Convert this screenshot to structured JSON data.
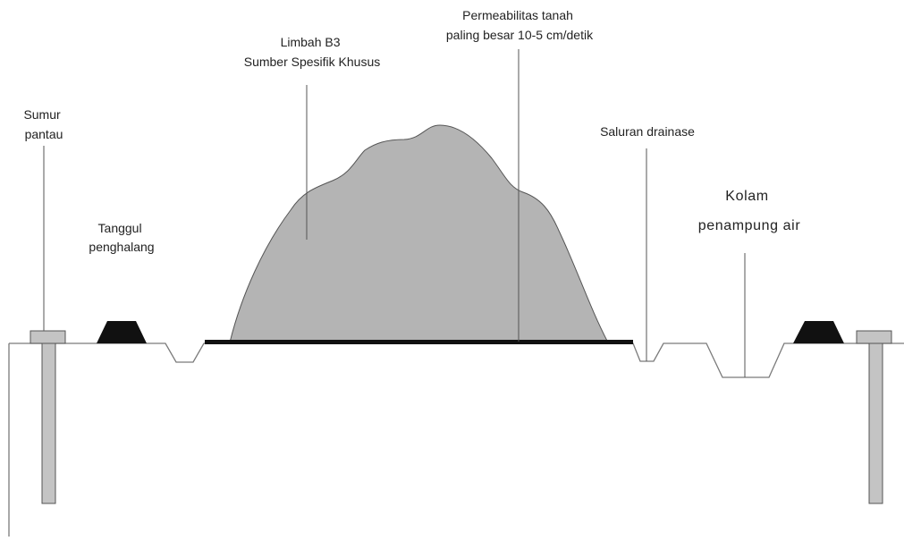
{
  "labels": {
    "sumur_pantau": [
      "Sumur",
      "pantau"
    ],
    "tanggul_penghalang": [
      "Tanggul",
      "penghalang"
    ],
    "limbah_b3": [
      "Limbah B3",
      "Sumber Spesifik Khusus"
    ],
    "permeabilitas": [
      "Permeabilitas tanah",
      "paling besar 10-5 cm/detik"
    ],
    "saluran_drainase": "Saluran drainase",
    "kolam_penampung": [
      "Kolam",
      "penampung air"
    ]
  },
  "colors": {
    "waste": "#b4b4b4",
    "well": "#c4c4c4",
    "berm": "#111111",
    "liner": "#111111",
    "ground_line": "#7a7a7a",
    "leader": "#555555"
  }
}
